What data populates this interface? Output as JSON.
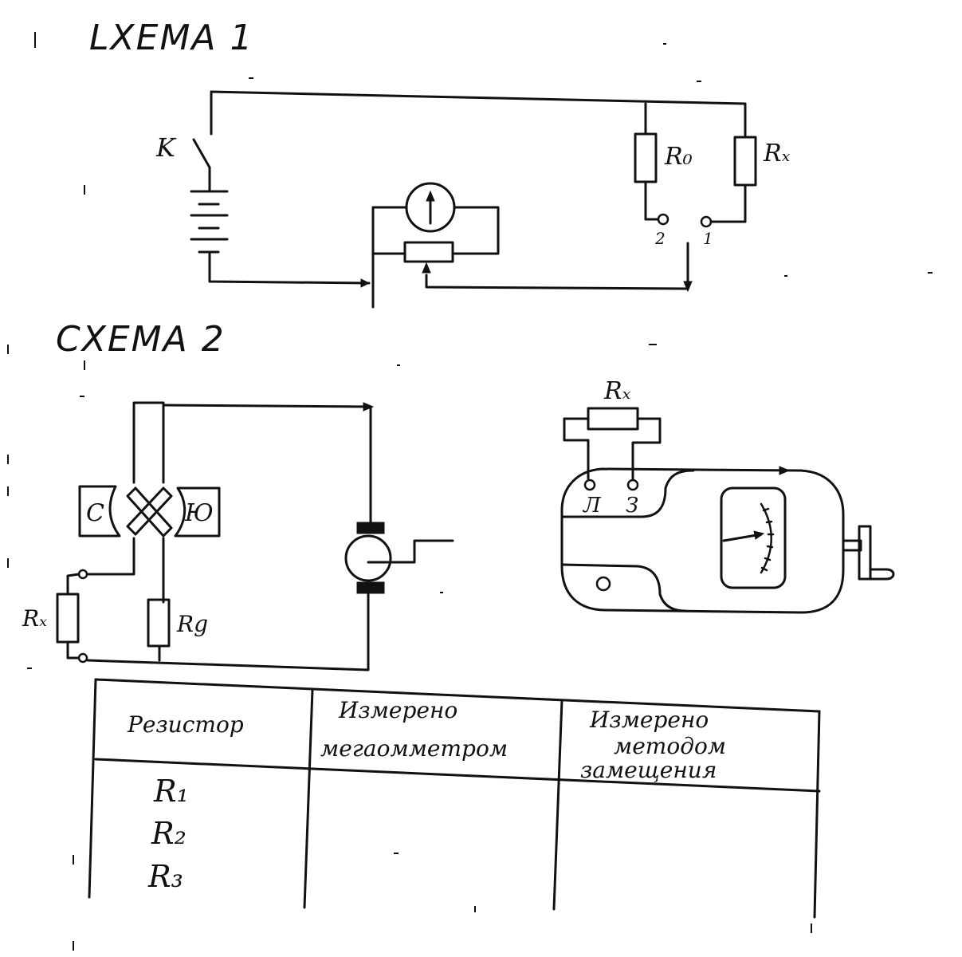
{
  "scheme1": {
    "title": "LXEMA 1",
    "switch_label": "K",
    "r0_label": "R₀",
    "rx_label": "Rₓ",
    "terminal_2": "2",
    "terminal_1": "1"
  },
  "scheme2": {
    "title": "CXEMA 2",
    "pole_s": "С",
    "pole_n": "Ю",
    "rx_label": "Rₓ",
    "rg_label": "Rg",
    "megger_rx_label": "Rₓ",
    "megger_terminal_1": "Л",
    "megger_terminal_3": "З"
  },
  "table": {
    "headers": [
      "Резистор",
      "Измерено мегаомметром",
      "Измерено методом замещения"
    ],
    "header_lines": [
      [
        "Резистор"
      ],
      [
        "Измерено",
        "мегаомметром"
      ],
      [
        "Измерено",
        "методом",
        "замещения"
      ]
    ],
    "rows": [
      {
        "resistor": "R₁",
        "megger": "",
        "substitution": ""
      },
      {
        "resistor": "R₂",
        "megger": "",
        "substitution": ""
      },
      {
        "resistor": "R₃",
        "megger": "",
        "substitution": ""
      }
    ]
  }
}
